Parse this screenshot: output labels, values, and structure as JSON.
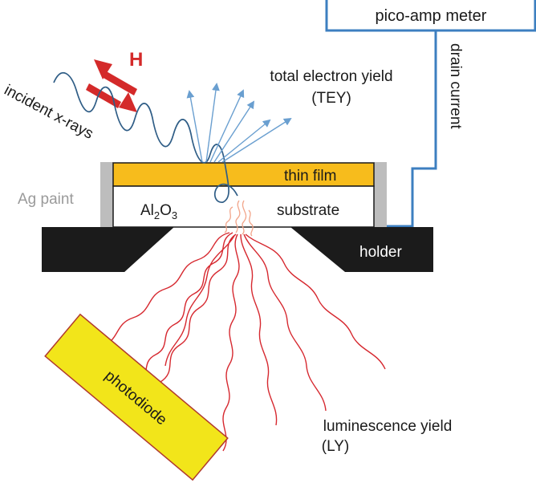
{
  "labels": {
    "pico_amp_meter": "pico-amp meter",
    "drain_current": "drain current",
    "h_field": "H",
    "incident_xrays": "incident x-rays",
    "tey_line1": "total electron yield",
    "tey_line2": "(TEY)",
    "thin_film": "thin film",
    "ag_paint": "Ag paint",
    "al2o3_al": "Al",
    "al2o3_sub2": "2",
    "al2o3_o": "O",
    "al2o3_sub3": "3",
    "substrate": "substrate",
    "holder": "holder",
    "photodiode": "photodiode",
    "ly_line1": "luminescence yield",
    "ly_line2": "(LY)"
  },
  "colors": {
    "meter_border": "#3d7fc0",
    "xray_wave": "#2f5d86",
    "electron_arrow": "#6a9fd0",
    "h_arrow": "#d42a2a",
    "thin_film": "#f7bc1c",
    "ag_paint": "#bdbdbd",
    "holder": "#1b1b1b",
    "photodiode": "#f2e51a",
    "photodiode_border": "#b03a2e",
    "luminescence": "#d6282f",
    "luminescence_light": "#f2a58a"
  }
}
